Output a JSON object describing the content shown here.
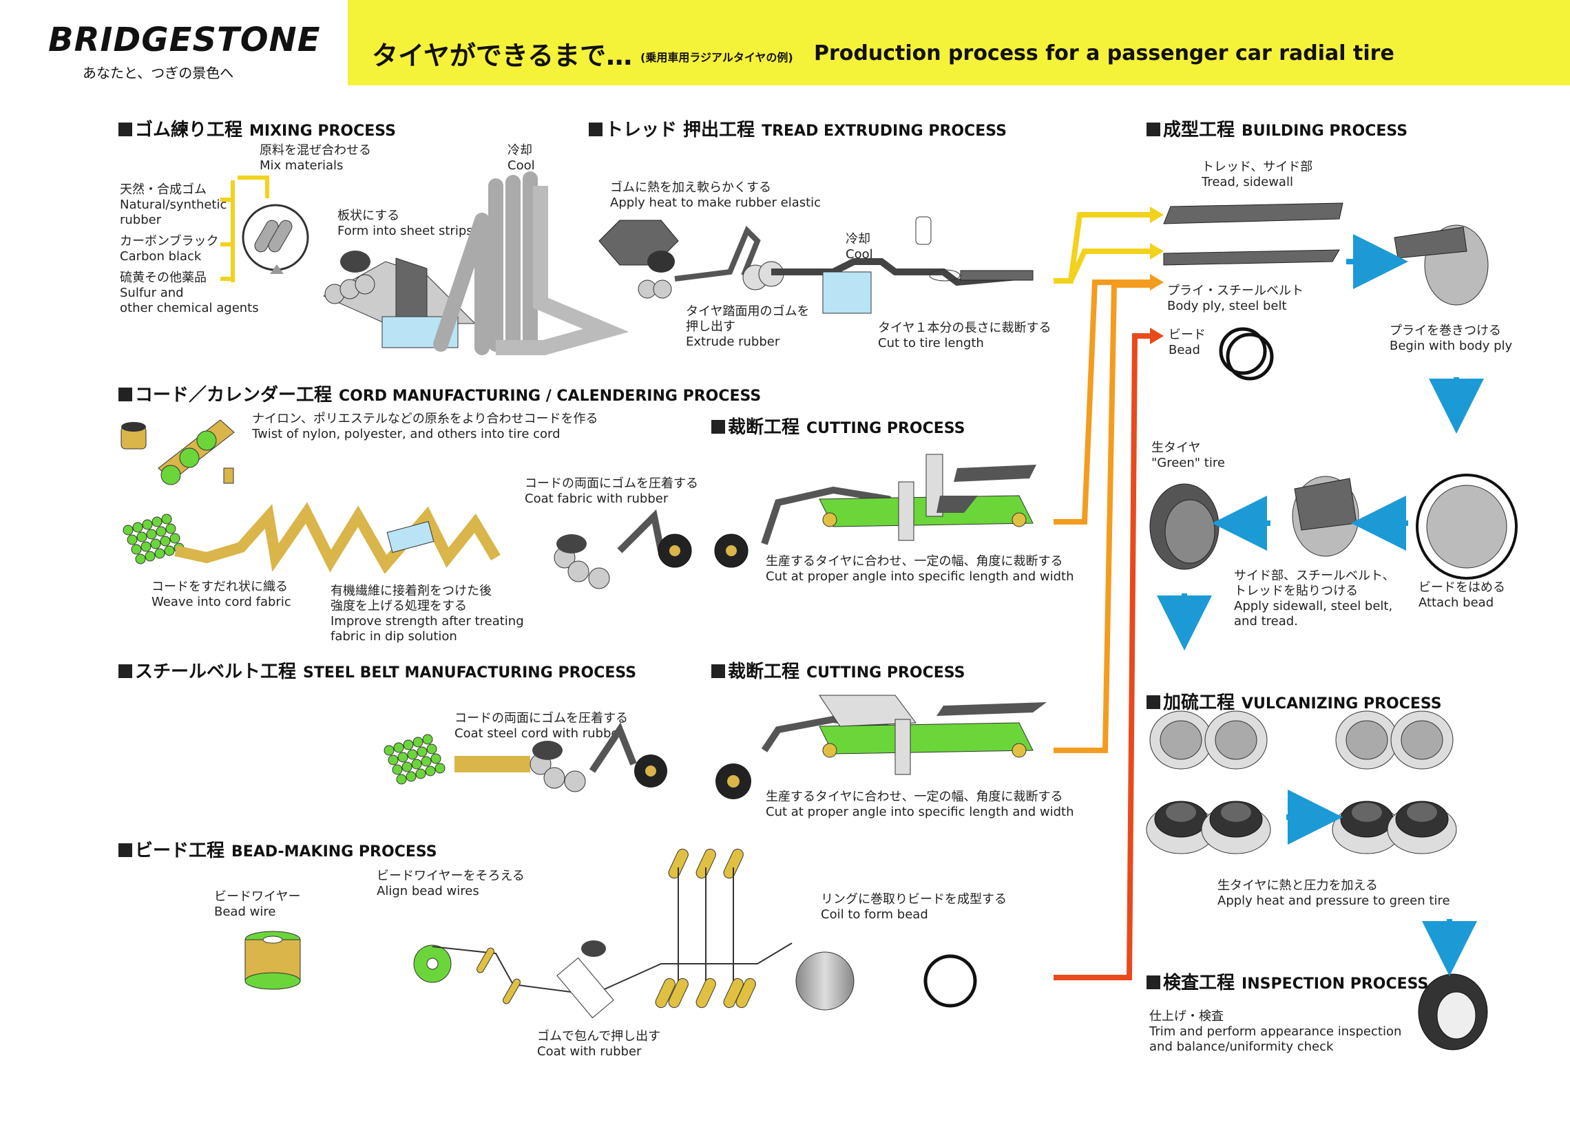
{
  "header": {
    "logo": "BRIDGESTONE",
    "tagline": "あなたと、つぎの景色へ",
    "title_jp": "タイヤができるまで…",
    "title_jp_sub": "(乗用車用ラジアルタイヤの例)",
    "title_en": "Production process for a passenger car radial tire"
  },
  "sections": {
    "mixing": {
      "jp": "ゴム練り工程",
      "en": "MIXING PROCESS"
    },
    "tread": {
      "jp": "トレッド 押出工程",
      "en": "TREAD EXTRUDING PROCESS"
    },
    "building": {
      "jp": "成型工程",
      "en": "BUILDING PROCESS"
    },
    "cord": {
      "jp": "コード／カレンダー工程",
      "en": "CORD MANUFACTURING / CALENDERING PROCESS"
    },
    "cutting1": {
      "jp": "裁断工程",
      "en": "CUTTING PROCESS"
    },
    "steel": {
      "jp": "スチールベルト工程",
      "en": "STEEL BELT MANUFACTURING  PROCESS"
    },
    "cutting2": {
      "jp": "裁断工程",
      "en": "CUTTING PROCESS"
    },
    "bead": {
      "jp": "ビード工程",
      "en": "BEAD-MAKING PROCESS"
    },
    "vulcanizing": {
      "jp": "加硫工程",
      "en": "VULCANIZING PROCESS"
    },
    "inspection": {
      "jp": "検査工程",
      "en": "INSPECTION PROCESS"
    }
  },
  "captions": {
    "mix_materials": [
      "原料を混ぜ合わせる",
      "Mix materials"
    ],
    "cool1": [
      "冷却",
      "Cool"
    ],
    "rubber": [
      "天然・合成ゴム",
      "Natural/synthetic",
      "rubber"
    ],
    "carbon": [
      "カーボンブラック",
      "Carbon black"
    ],
    "sulfur": [
      "硫黄その他薬品",
      "Sulfur and",
      "other chemical agents"
    ],
    "sheet": [
      "板状にする",
      "Form into sheet strips"
    ],
    "heat": [
      "ゴムに熱を加え軟らかくする",
      "Apply heat to make rubber elastic"
    ],
    "cool2": [
      "冷却",
      "Cool"
    ],
    "extrude": [
      "タイヤ踏面用のゴムを",
      "押し出す",
      "Extrude rubber"
    ],
    "cut_length": [
      "タイヤ１本分の長さに裁断する",
      "Cut to tire length"
    ],
    "tread_sidewall": [
      "トレッド、サイド部",
      "Tread, sidewall"
    ],
    "ply_belt": [
      "プライ・スチールベルト",
      "Body ply, steel belt"
    ],
    "bead_part": [
      "ビード",
      "Bead"
    ],
    "body_ply": [
      "プライを巻きつける",
      "Begin with body ply"
    ],
    "twist": [
      "ナイロン、ポリエステルなどの原糸をより合わせコードを作る",
      "Twist of nylon, polyester, and others into tire cord"
    ],
    "coat_fabric": [
      "コードの両面にゴムを圧着する",
      "Coat fabric with rubber"
    ],
    "weave": [
      "コードをすだれ状に織る",
      "Weave into cord fabric"
    ],
    "dip": [
      "有機繊維に接着剤をつけた後",
      "強度を上げる処理をする",
      "Improve strength after treating",
      "fabric in dip solution"
    ],
    "cut_angle1": [
      "生産するタイヤに合わせ、一定の幅、角度に裁断する",
      "Cut at proper angle into specific length and width"
    ],
    "green_tire": [
      "生タイヤ",
      "\"Green\" tire"
    ],
    "apply": [
      "サイド部、スチールベルト、",
      "トレッドを貼りつける",
      "Apply sidewall, steel belt,",
      "and tread."
    ],
    "attach_bead": [
      "ビードをはめる",
      "Attach bead"
    ],
    "coat_steel": [
      "コードの両面にゴムを圧着する",
      "Coat steel cord with rubber"
    ],
    "cut_angle2": [
      "生産するタイヤに合わせ、一定の幅、角度に裁断する",
      "Cut at proper angle into specific length and width"
    ],
    "bead_wire": [
      "ビードワイヤー",
      "Bead wire"
    ],
    "align": [
      "ビードワイヤーをそろえる",
      "Align bead wires"
    ],
    "coil": [
      "リングに巻取りビードを成型する",
      "Coil to form bead"
    ],
    "coat_rubber": [
      "ゴムで包んで押し出す",
      "Coat with rubber"
    ],
    "heat_pressure": [
      "生タイヤに熱と圧力を加える",
      "Apply heat and pressure to green tire"
    ],
    "finish": [
      "仕上げ・検査",
      "Trim and perform appearance inspection",
      "and balance/uniformity check"
    ]
  },
  "colors": {
    "banner": "#f5f23a",
    "arrow_yellow": "#f2d21c",
    "arrow_orange": "#f39c1f",
    "arrow_red": "#e84a1c",
    "arrow_blue": "#1b9ad6",
    "belt_green": "#6bd63a",
    "cord_gold": "#d9b54a"
  },
  "icons": [
    "mixer",
    "rollers",
    "extruder",
    "cutter-conveyor",
    "tire-drum",
    "bead-ring",
    "spool",
    "press-mold",
    "finished-tire"
  ]
}
